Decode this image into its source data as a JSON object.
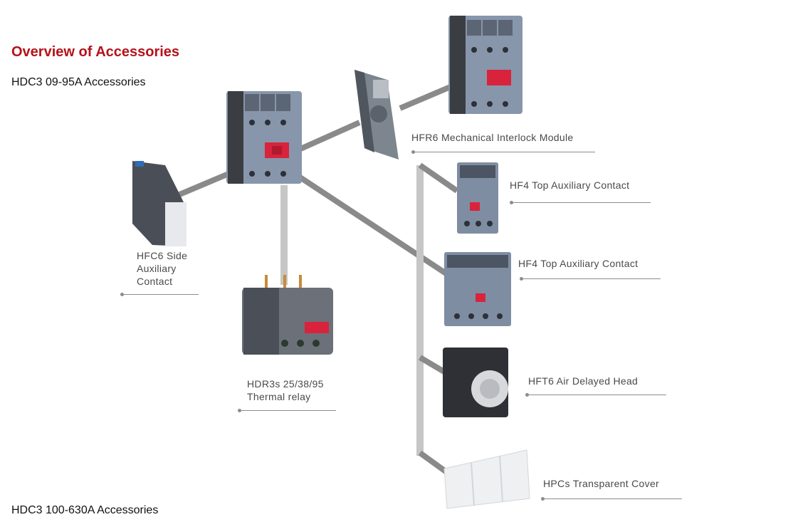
{
  "header": {
    "title": "Overview of Accessories",
    "subtitle": "HDC3 09-95A Accessories"
  },
  "footer": {
    "partial_heading": "HDC3 100-630A Accessories"
  },
  "accessories": [
    {
      "label": "HFR6 Mechanical Interlock Module"
    },
    {
      "label": "HF4 Top Auxiliary Contact"
    },
    {
      "label": "HF4 Top Auxiliary Contact"
    },
    {
      "label": "HFC6 Side\nAuxiliary\nContact"
    },
    {
      "label": "HDR3s 25/38/95\nThermal relay"
    },
    {
      "label": "HFT6 Air Delayed Head"
    },
    {
      "label": "HPCs Transparent Cover"
    }
  ],
  "colors": {
    "title_red": "#b5121b",
    "connector_dark": "#8a8a8a",
    "connector_light": "#c6c6c6",
    "contactor_body": "#8796ab",
    "contactor_button": "#d9233c",
    "label_text": "#4a4a4a"
  }
}
